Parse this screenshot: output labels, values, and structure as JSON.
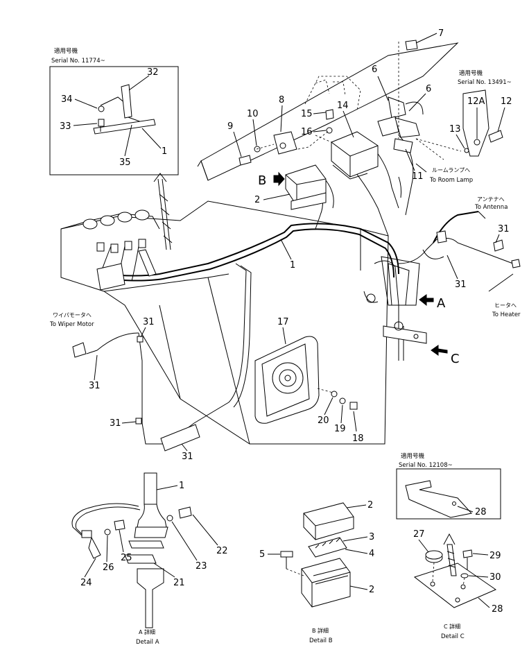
{
  "insets": {
    "top_left": {
      "jp": "適用号機",
      "serial": "Serial No. 11774~"
    },
    "top_right": {
      "jp": "適用号機",
      "serial": "Serial No. 13491~"
    },
    "detail_c": {
      "jp": "適用号機",
      "serial": "Serial No. 12108~"
    }
  },
  "destinations": {
    "room_lamp": {
      "jp": "ルームランプへ",
      "en": "To Room Lamp"
    },
    "antenna": {
      "jp": "アンテナへ",
      "en": "To Antenna"
    },
    "heater": {
      "jp": "ヒータへ",
      "en": "To Heater"
    },
    "wiper": {
      "jp": "ワイパモータへ",
      "en": "To Wiper Motor"
    }
  },
  "view_markers": {
    "a": "A",
    "b": "B",
    "c": "C"
  },
  "details": {
    "a": {
      "jp": "A 詳細",
      "en": "Detail A"
    },
    "b": {
      "jp": "B 詳細",
      "en": "Detail B"
    },
    "c": {
      "jp": "C 詳細",
      "en": "Detail C"
    }
  },
  "callouts": {
    "c1": "1",
    "c2": "2",
    "c3": "3",
    "c4": "4",
    "c5": "5",
    "c6": "6",
    "c7": "7",
    "c8": "8",
    "c9": "9",
    "c10": "10",
    "c11": "11",
    "c12": "12",
    "c12a": "12A",
    "c13": "13",
    "c14": "14",
    "c15": "15",
    "c16": "16",
    "c17": "17",
    "c18": "18",
    "c19": "19",
    "c20": "20",
    "c21": "21",
    "c22": "22",
    "c23": "23",
    "c24": "24",
    "c25": "25",
    "c26": "26",
    "c27": "27",
    "c28": "28",
    "c29": "29",
    "c30": "30",
    "c31": "31",
    "c32": "32",
    "c33": "33",
    "c34": "34",
    "c35": "35"
  }
}
